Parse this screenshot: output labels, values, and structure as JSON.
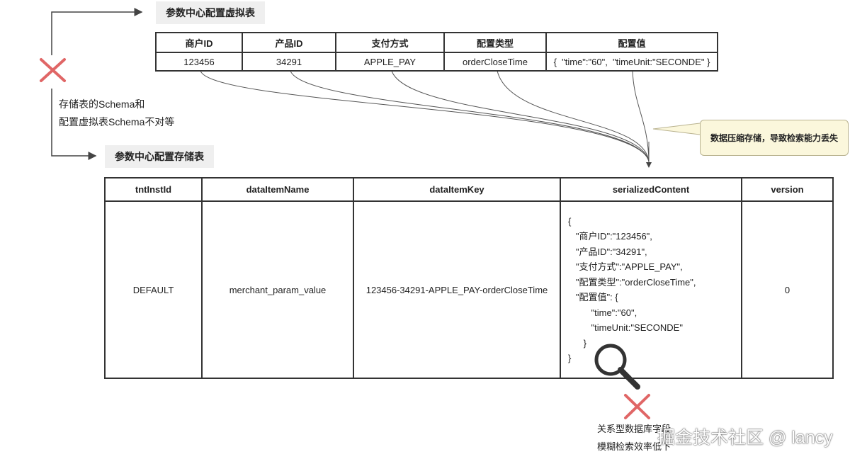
{
  "virtual_table": {
    "title": "参数中心配置虚拟表",
    "headers": [
      "商户ID",
      "产品ID",
      "支付方式",
      "配置类型",
      "配置值"
    ],
    "row": [
      "123456",
      "34291",
      "APPLE_PAY",
      "orderCloseTime",
      "{  \"time\":\"60\",  \"timeUnit:\"SECONDE\" }"
    ]
  },
  "storage_table": {
    "title": "参数中心配置存储表",
    "headers": [
      "tntInstId",
      "dataItemName",
      "dataItemKey",
      "serializedContent",
      "version"
    ],
    "row": {
      "tntInstId": "DEFAULT",
      "dataItemName": "merchant_param_value",
      "dataItemKey": "123456-34291-APPLE_PAY-orderCloseTime",
      "serializedContent": [
        "{",
        "   \"商户ID\":\"123456\",",
        "   \"产品ID\":\"34291\",",
        "   \"支付方式\":\"APPLE_PAY\",",
        "   \"配置类型\":\"orderCloseTime\",",
        "   \"配置值\": {",
        "         \"time\":\"60\",",
        "         \"timeUnit:\"SECONDE\"",
        "      }",
        "}"
      ],
      "version": "0"
    }
  },
  "schema_note": [
    "存储表的Schema和",
    "配置虚拟表Schema不对等"
  ],
  "compression_note": "数据压缩存储，导致检索能力丢失",
  "search_note": [
    "关系型数据库字段",
    "模糊检索效率低下"
  ],
  "watermark": "掘金技术社区 @ lancy",
  "colors": {
    "cross": "#e06666",
    "border": "#333333",
    "label_bg": "#efefef",
    "callout_bg": "#fbf7dc"
  },
  "icons": [
    "cross-icon",
    "magnifier-icon"
  ]
}
